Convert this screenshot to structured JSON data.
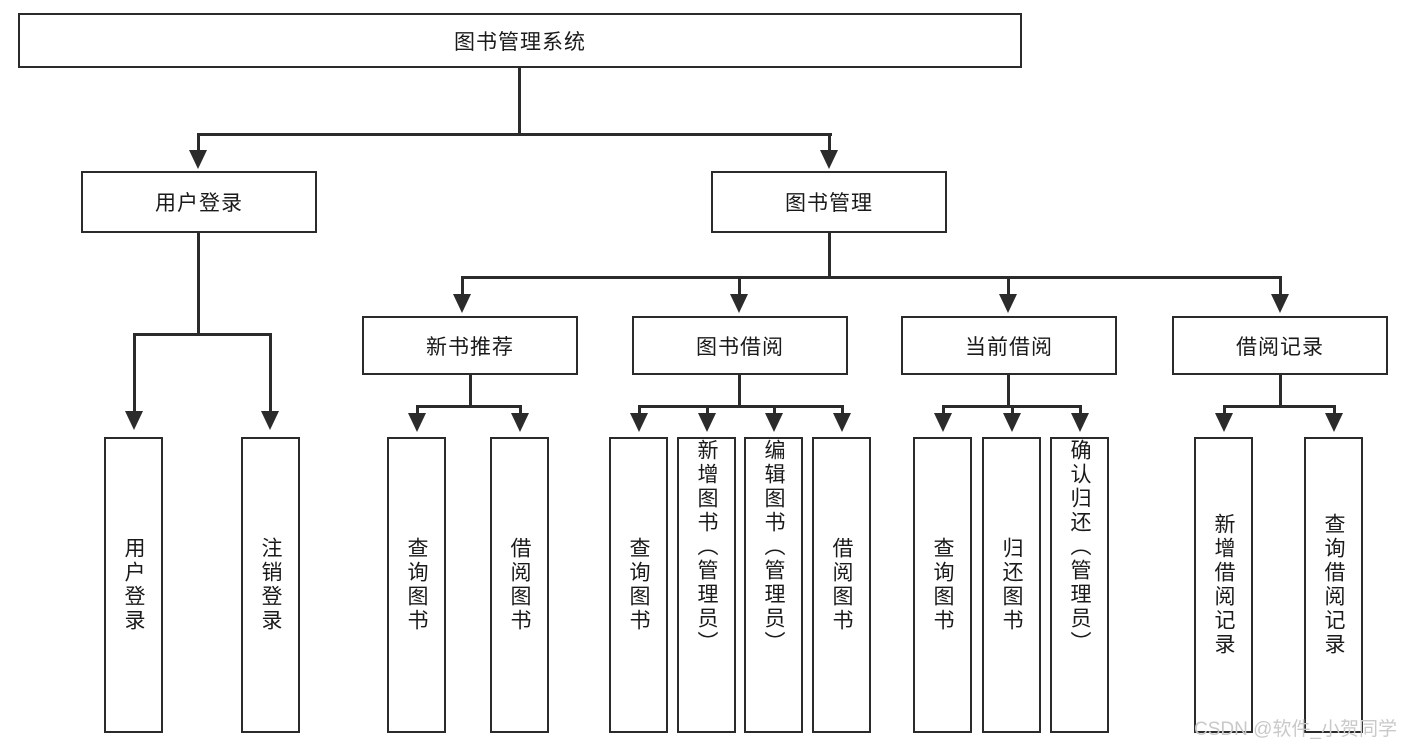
{
  "diagram": {
    "type": "hierarchy-tree",
    "title": "图书管理系统",
    "root": {
      "label": "图书管理系统"
    },
    "level2": [
      {
        "label": "用户登录"
      },
      {
        "label": "图书管理"
      }
    ],
    "level3": [
      {
        "label": "新书推荐"
      },
      {
        "label": "图书借阅"
      },
      {
        "label": "当前借阅"
      },
      {
        "label": "借阅记录"
      }
    ],
    "leaves": {
      "user_login": [
        {
          "label": "用户登录"
        },
        {
          "label": "注销登录"
        }
      ],
      "new_book_recommend": [
        {
          "label": "查询图书"
        },
        {
          "label": "借阅图书"
        }
      ],
      "book_borrow": [
        {
          "label": "查询图书"
        },
        {
          "label": "新增图书（管理员）"
        },
        {
          "label": "编辑图书（管理员）"
        },
        {
          "label": "借阅图书"
        }
      ],
      "current_borrow": [
        {
          "label": "查询图书"
        },
        {
          "label": "归还图书"
        },
        {
          "label": "确认归还（管理员）"
        }
      ],
      "borrow_record": [
        {
          "label": "新增借阅记录"
        },
        {
          "label": "查询借阅记录"
        }
      ]
    }
  },
  "watermark": {
    "text": "CSDN @软件_小贺同学"
  },
  "colors": {
    "border": "#2b2b2b",
    "text": "#1a1a1a",
    "background": "#ffffff",
    "watermark": "#c9c9c9"
  }
}
